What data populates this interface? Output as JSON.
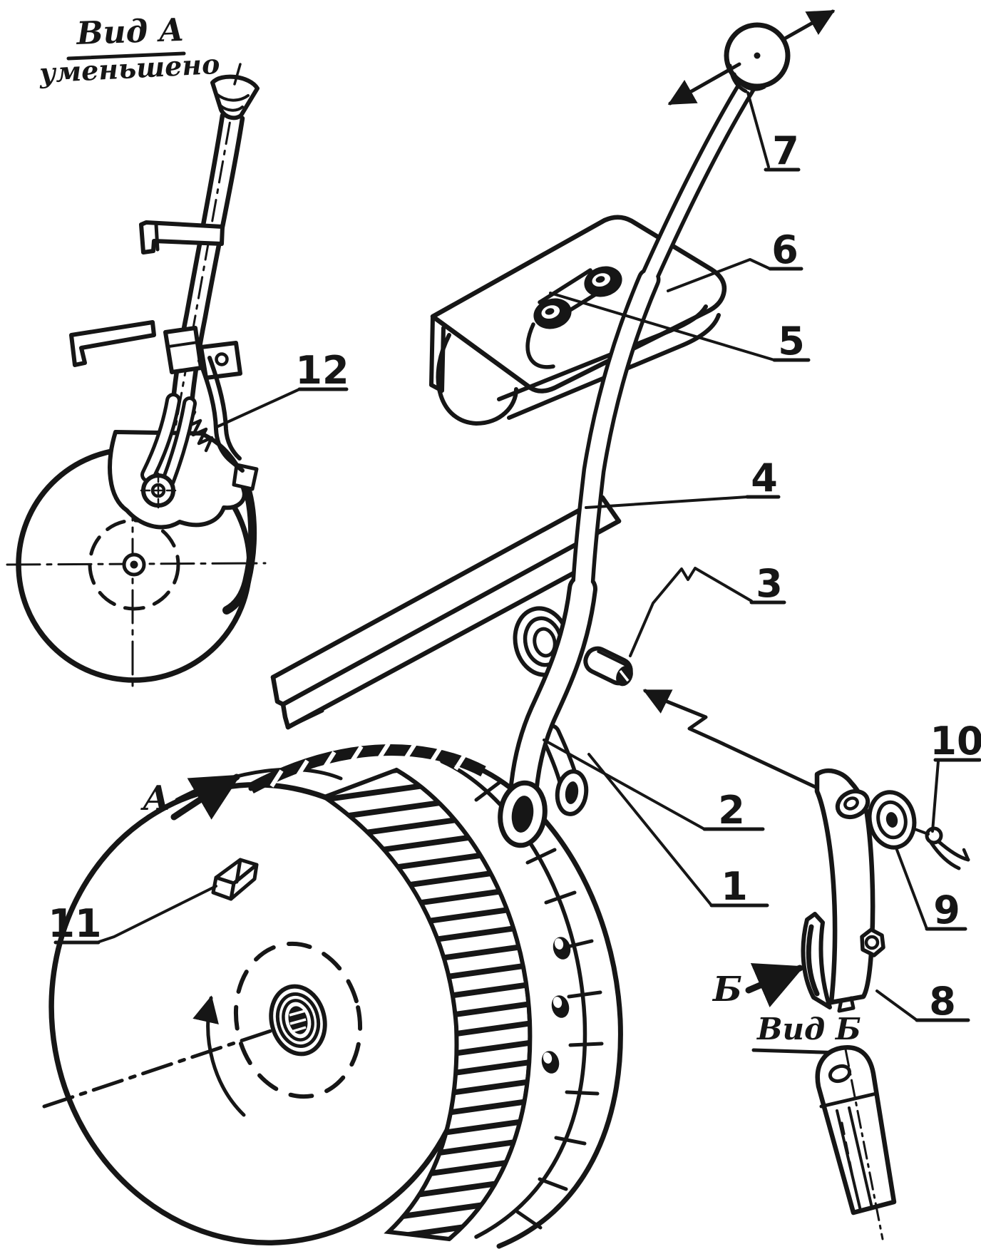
{
  "page": {
    "background": "#ffffff",
    "ink": "#161616"
  },
  "figure": {
    "type": "exploded-technical-line-drawing",
    "view_a": {
      "title": "Вид А",
      "subtitle": "уменьшено",
      "arrow_letter": "А"
    },
    "view_b": {
      "title": "Вид Б",
      "arrow_letter": "Б"
    },
    "part_numbers": [
      "1",
      "2",
      "3",
      "4",
      "5",
      "6",
      "7",
      "8",
      "9",
      "10",
      "11",
      "12"
    ]
  }
}
